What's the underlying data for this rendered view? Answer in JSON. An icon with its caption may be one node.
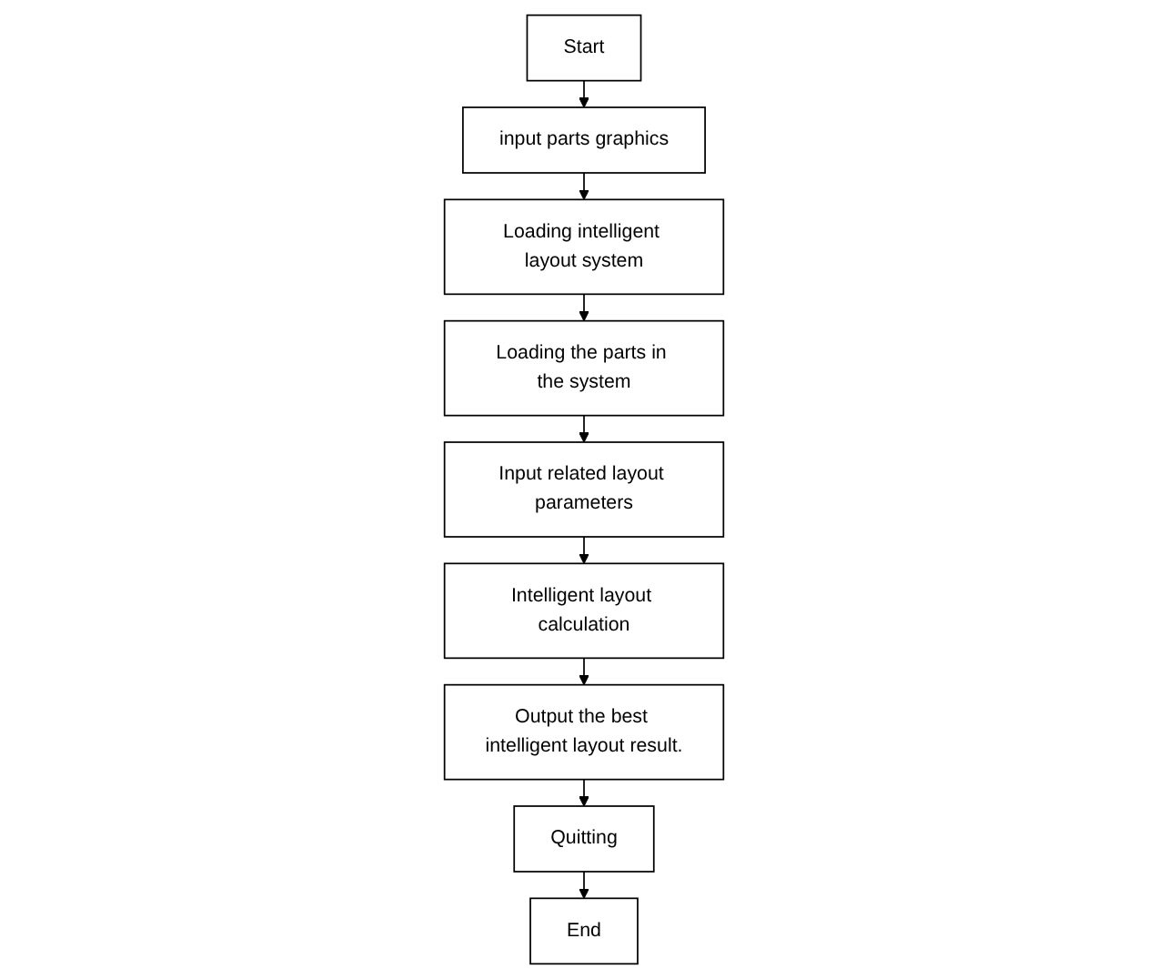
{
  "diagram": {
    "nodes": [
      {
        "text": [
          "Start"
        ]
      },
      {
        "text": [
          "input parts graphics"
        ]
      },
      {
        "text": [
          "Loading intelligent layout system"
        ]
      },
      {
        "text": [
          "Loading the parts in the system"
        ]
      },
      {
        "text": [
          "Input related layout parameters"
        ]
      },
      {
        "text": [
          "Intelligent layout calculation"
        ]
      },
      {
        "text": [
          "Output the best intelligent layout result."
        ]
      },
      {
        "text": [
          "Quitting"
        ]
      },
      {
        "text": [
          "End"
        ]
      }
    ],
    "edges": [
      {
        "from": 0,
        "to": 1,
        "arrow": "to"
      },
      {
        "from": 1,
        "to": 2,
        "arrow": "to"
      },
      {
        "from": 2,
        "to": 3,
        "arrow": "to"
      },
      {
        "from": 3,
        "to": 4,
        "arrow": "to"
      },
      {
        "from": 4,
        "to": 5,
        "arrow": "to"
      },
      {
        "from": 5,
        "to": 6,
        "arrow": "to"
      },
      {
        "from": 6,
        "to": 7,
        "arrow": "to"
      },
      {
        "from": 7,
        "to": 8,
        "arrow": "to"
      }
    ]
  }
}
